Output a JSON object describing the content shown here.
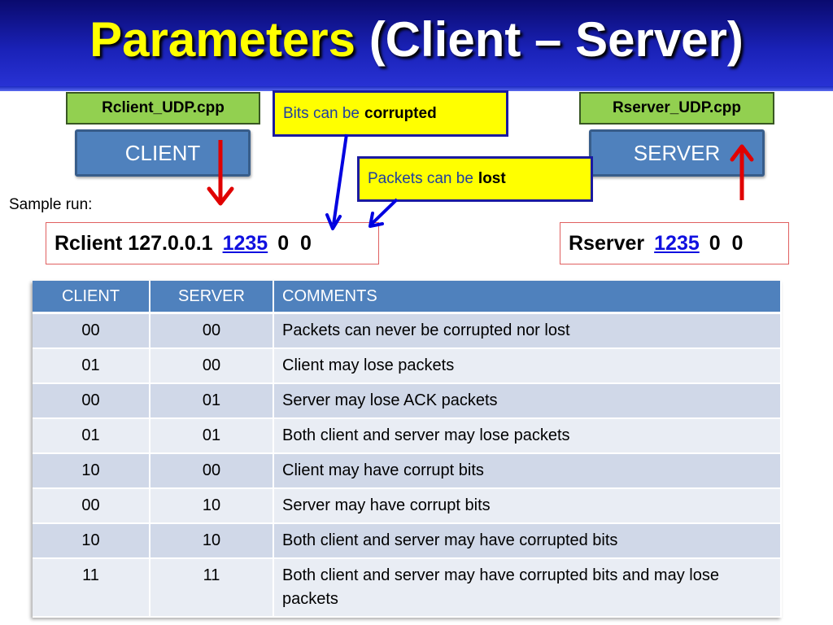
{
  "title": {
    "main": "Parameters",
    "rest": "(Client – Server)"
  },
  "client": {
    "file": "Rclient_UDP.cpp",
    "label": "CLIENT"
  },
  "server": {
    "file": "Rserver_UDP.cpp",
    "label": "SERVER"
  },
  "callouts": {
    "corrupted": {
      "prefix": "Bits can be",
      "emphasis": "corrupted"
    },
    "lost": {
      "prefix": "Packets can be",
      "emphasis": "lost"
    }
  },
  "sample_run_label": "Sample run:",
  "client_cmd": {
    "command": "Rclient 127.0.0.1",
    "port": "1235",
    "flags": "0  0"
  },
  "server_cmd": {
    "command": "Rserver",
    "port": "1235",
    "flags": "0  0"
  },
  "colors": {
    "title_accent": "#ffff00",
    "role_box": "#4f81bd",
    "file_label": "#92d050",
    "callout_fill": "#ffff00",
    "arrow_red": "#e00000",
    "arrow_blue": "#0000e0",
    "port_text": "#1010e0"
  },
  "table": {
    "headers": [
      "CLIENT",
      "SERVER",
      "COMMENTS"
    ],
    "rows": [
      {
        "client": "00",
        "server": "00",
        "comment": "Packets can never be corrupted nor lost"
      },
      {
        "client": "01",
        "server": "00",
        "comment": "Client may lose packets"
      },
      {
        "client": "00",
        "server": "01",
        "comment": "Server may lose ACK packets"
      },
      {
        "client": "01",
        "server": "01",
        "comment": "Both client and server may lose packets"
      },
      {
        "client": "10",
        "server": "00",
        "comment": "Client may have corrupt bits"
      },
      {
        "client": "00",
        "server": "10",
        "comment": "Server may have corrupt bits"
      },
      {
        "client": "10",
        "server": "10",
        "comment": "Both client and server may have corrupted bits"
      },
      {
        "client": "11",
        "server": "11",
        "comment": "Both client and server may have corrupted bits and may lose packets"
      }
    ]
  }
}
